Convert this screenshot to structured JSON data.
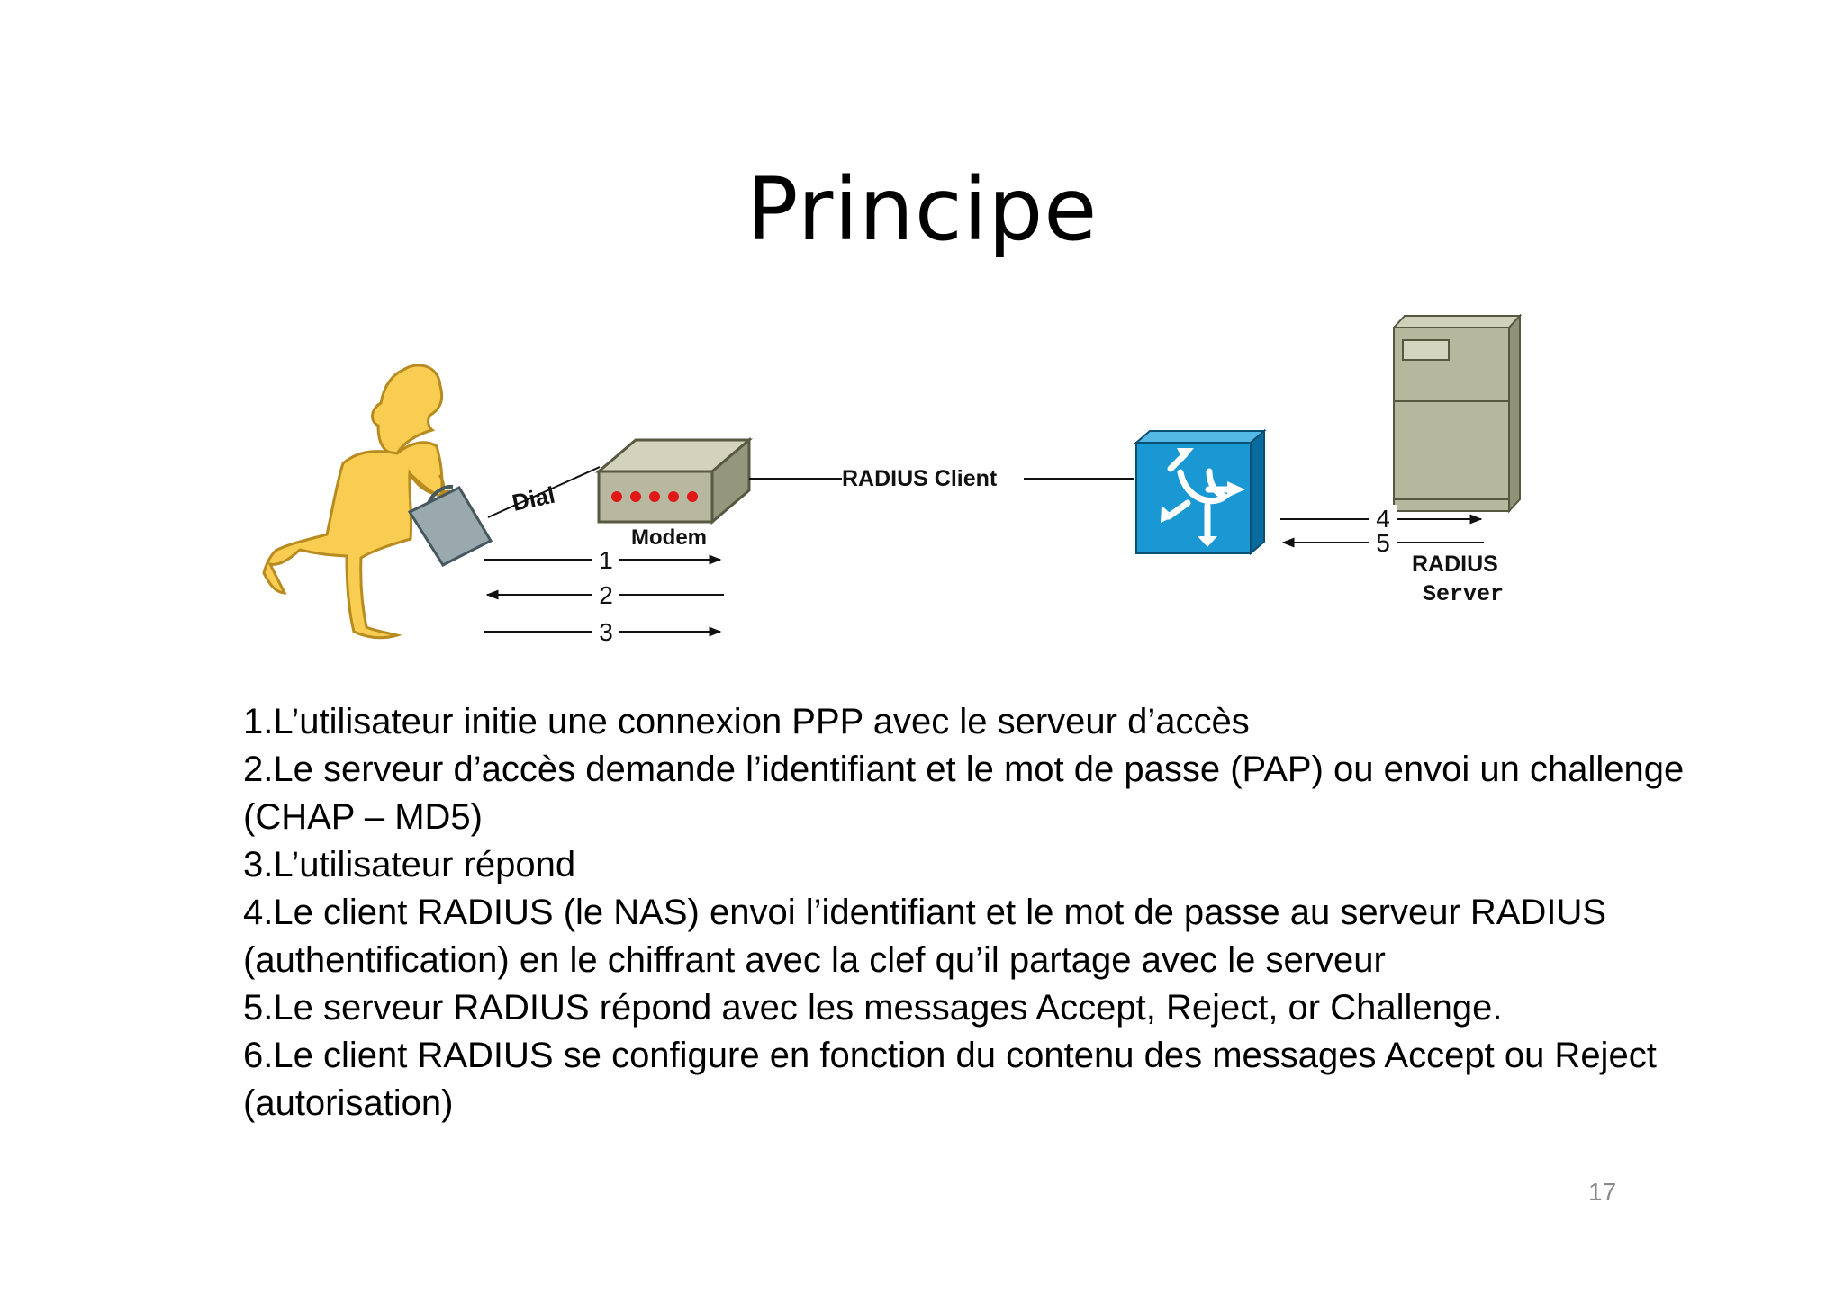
{
  "slide": {
    "title": "Principe",
    "page_number": "17"
  },
  "diagram": {
    "labels": {
      "dial": "Dial",
      "modem": "Modem",
      "radius_client": "RADIUS Client",
      "radius_server_line1": "RADIUS",
      "radius_server_line2": "Server"
    },
    "step_markers": [
      "1",
      "2",
      "3",
      "4",
      "5"
    ],
    "colors": {
      "user": "#f8cd52",
      "briefcase": "#9aa9ad",
      "modem": "#b8b8a0",
      "modem_leds": "#e01818",
      "nas": "#1998d4",
      "server": "#b6b89e"
    },
    "icons": [
      "user-figure-icon",
      "briefcase-icon",
      "modem-icon",
      "nas-router-icon",
      "radius-server-icon"
    ]
  },
  "steps": [
    "1.L’utilisateur initie une connexion PPP avec le serveur d’accès",
    "2.Le serveur d’accès demande l’identifiant et le mot de passe (PAP) ou envoi un challenge (CHAP – MD5)",
    "3.L’utilisateur répond",
    "4.Le client RADIUS (le NAS) envoi l’identifiant et le mot de passe au serveur RADIUS (authentification) en le chiffrant avec la clef qu’il partage avec le serveur",
    "5.Le serveur RADIUS répond avec les messages Accept, Reject, or Challenge.",
    "6.Le client RADIUS se configure en fonction du contenu des messages Accept ou Reject (autorisation)"
  ]
}
